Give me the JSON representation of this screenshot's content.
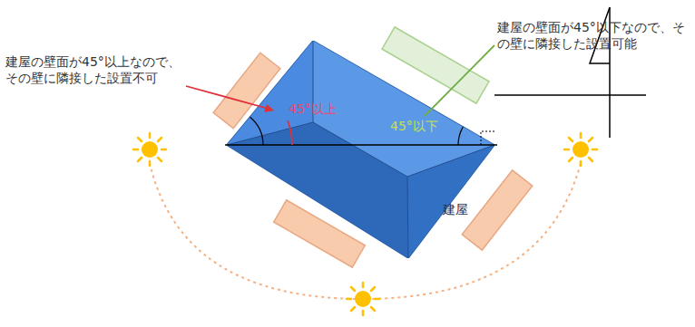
{
  "diagram": {
    "nodes": [
      {
        "text": [
          "建屋"
        ]
      }
    ],
    "labels": [
      "建屋の壁面が45°以上なので、その壁に隣接した設置不可",
      "建屋の壁面が45°以下なので、その壁に隣接した設置可能",
      "45°以上",
      "45°以下"
    ]
  }
}
